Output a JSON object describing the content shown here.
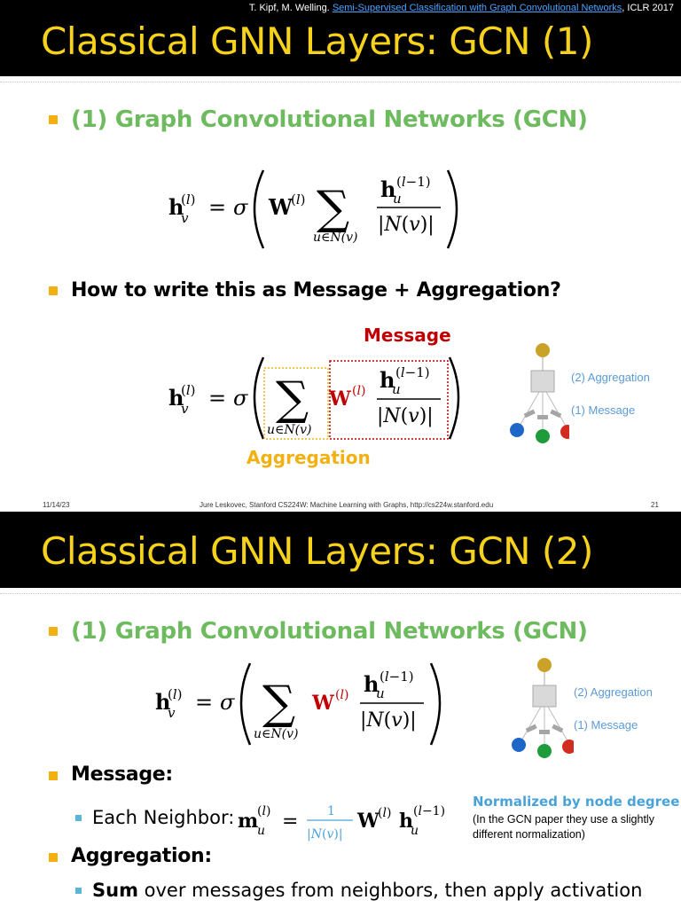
{
  "slide1": {
    "citation": {
      "authors": "T. Kipf, M. Welling.",
      "paper": "Semi-Supervised Classification with Graph Convolutional Networks",
      "venue": ", ICLR 2017"
    },
    "title": "Classical GNN Layers: GCN (1)",
    "bullet1": "(1) Graph Convolutional Networks (GCN)",
    "bullet2": "How to write this as Message + Aggregation?",
    "message_label": "Message",
    "aggregation_label": "Aggregation",
    "diagram": {
      "aggregation_label": "(2) Aggregation",
      "message_label": "(1) Message"
    },
    "footer": {
      "date": "11/14/23",
      "course": "Jure Leskovec, Stanford CS224W: Machine Learning with Graphs, http://cs224w.stanford.edu",
      "page": "21"
    }
  },
  "slide2": {
    "title": "Classical GNN Layers: GCN (2)",
    "bullet1": "(1) Graph Convolutional Networks (GCN)",
    "message_heading": "Message:",
    "each_neighbor": "Each Neighbor:",
    "aggregation_heading": "Aggregation:",
    "sum_bold": "Sum",
    "sum_rest": " over messages from neighbors, then apply activation",
    "note_title": "Normalized by node degree",
    "note_body": "(In the GCN paper they use a slightly different normalization)",
    "diagram": {
      "aggregation_label": "(2) Aggregation",
      "message_label": "(1) Message"
    }
  },
  "colors": {
    "title_yellow": "#f7d21a",
    "green": "#6dbb5e",
    "bullet_orange": "#f2b111",
    "red": "#c00000",
    "blue_note": "#4aa3d8",
    "node_top": "#c9a227",
    "node_blue": "#1f66c9",
    "node_green": "#1e9b3a",
    "node_red": "#d22b1f"
  }
}
